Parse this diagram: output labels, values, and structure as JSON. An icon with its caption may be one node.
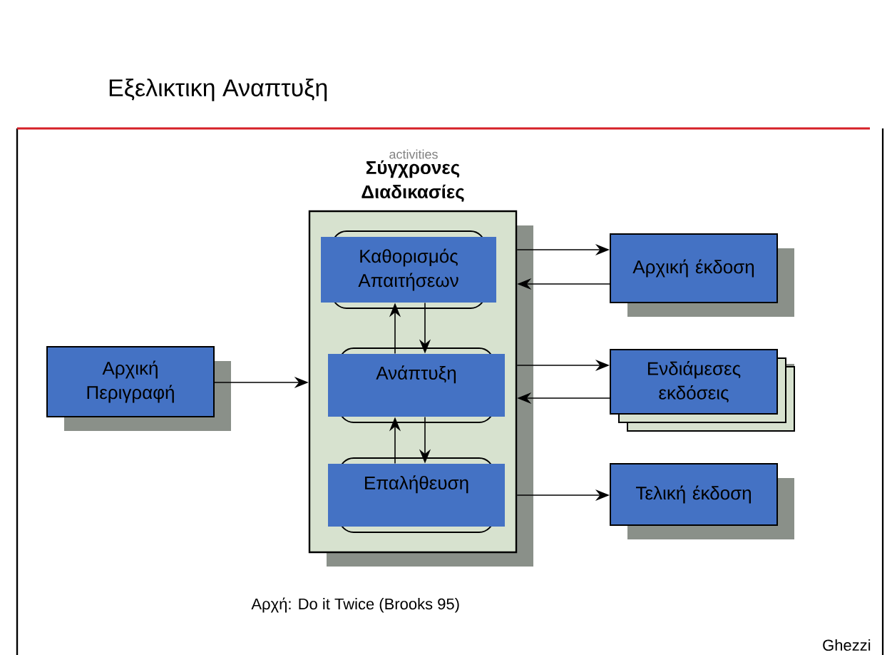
{
  "diagram": {
    "title": "Εξελικτικη Αναπτυξη",
    "nodes": [
      {
        "text": [
          "Αρχική Περιγραφή"
        ]
      },
      {
        "text": [
          "Σύγχρονες Διαδικασίες"
        ]
      },
      {
        "text": [
          "Καθορισμός Απαιτήσεων"
        ],
        "in": 1
      },
      {
        "text": [
          "Ανάπτυξη"
        ],
        "in": 1
      },
      {
        "text": [
          "Επαλήθευση"
        ],
        "in": 1
      },
      {
        "text": [
          "Αρχική έκδοση"
        ]
      },
      {
        "text": [
          "Ενδιάμεσες εκδόσεις"
        ]
      },
      {
        "text": [
          "Τελική έκδοση"
        ]
      }
    ],
    "edges": [
      {
        "from": 0,
        "to": 1,
        "arrow": "to"
      },
      {
        "from": 1,
        "to": 5,
        "arrow": "to"
      },
      {
        "from": 5,
        "to": 1,
        "arrow": "to"
      },
      {
        "from": 1,
        "to": 6,
        "arrow": "to"
      },
      {
        "from": 6,
        "to": 1,
        "arrow": "to"
      },
      {
        "from": 1,
        "to": 7,
        "arrow": "to"
      },
      {
        "from": 3,
        "to": 2,
        "arrow": "to"
      },
      {
        "from": 2,
        "to": 3,
        "arrow": "to"
      },
      {
        "from": 4,
        "to": 3,
        "arrow": "to"
      },
      {
        "from": 3,
        "to": 4,
        "arrow": "to"
      }
    ],
    "labels": [
      "activities",
      "Αρχή: Do it Twice (Brooks 95)",
      "Ghezzi"
    ]
  }
}
